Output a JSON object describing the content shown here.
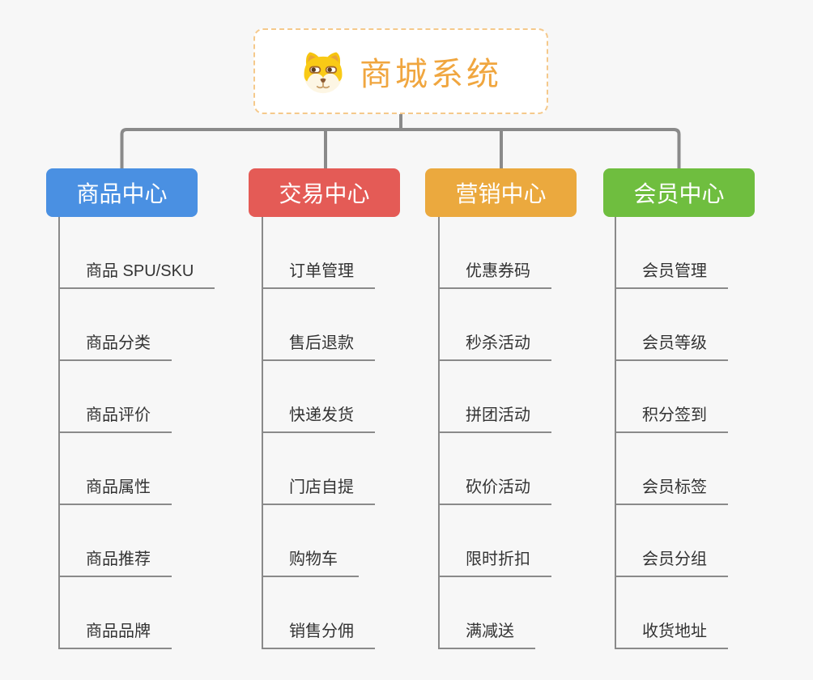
{
  "page": {
    "background_color": "#f7f7f7",
    "connector_color": "#8a8a8a",
    "item_text_color": "#333333"
  },
  "root": {
    "title": "商城系统",
    "title_color": "#f0a63f",
    "border_color": "#f5c98b",
    "icon": "shiba-dog-icon"
  },
  "branches": [
    {
      "label": "商品中心",
      "color": "#4a90e2",
      "items": [
        "商品 SPU/SKU",
        "商品分类",
        "商品评价",
        "商品属性",
        "商品推荐",
        "商品品牌"
      ]
    },
    {
      "label": "交易中心",
      "color": "#e45b56",
      "items": [
        "订单管理",
        "售后退款",
        "快递发货",
        "门店自提",
        "购物车",
        "销售分佣"
      ]
    },
    {
      "label": "营销中心",
      "color": "#eba93e",
      "items": [
        "优惠券码",
        "秒杀活动",
        "拼团活动",
        "砍价活动",
        "限时折扣",
        "满减送"
      ]
    },
    {
      "label": "会员中心",
      "color": "#6fbe3f",
      "items": [
        "会员管理",
        "会员等级",
        "积分签到",
        "会员标签",
        "会员分组",
        "收货地址"
      ]
    }
  ]
}
